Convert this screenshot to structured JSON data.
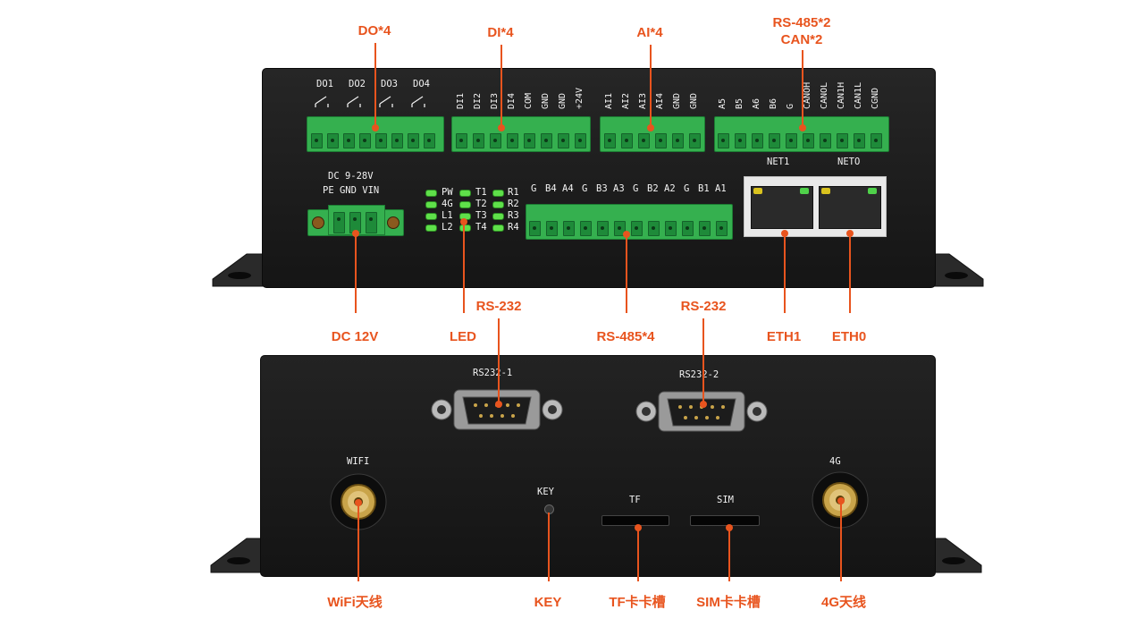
{
  "top_panel": {
    "do_labels": [
      "DO1",
      "DO2",
      "DO3",
      "DO4"
    ],
    "di_labels": [
      "DI1",
      "DI2",
      "DI3",
      "DI4",
      "COM",
      "GND",
      "GND",
      "+24V"
    ],
    "ai_labels": [
      "AI1",
      "AI2",
      "AI3",
      "AI4",
      "GND",
      "GND"
    ],
    "can_labels": [
      "A5",
      "B5",
      "A6",
      "B6",
      "G",
      "CANOH",
      "CANOL",
      "CAN1H",
      "CAN1L",
      "CGND"
    ],
    "dc_line1": "DC 9-28V",
    "dc_line2": "PE GND VIN",
    "led_col1": [
      "PW",
      "4G",
      "L1",
      "L2"
    ],
    "led_col2": [
      "T1",
      "T2",
      "T3",
      "T4"
    ],
    "led_col3": [
      "R1",
      "R2",
      "R3",
      "R4"
    ],
    "rs485_labels": [
      "G",
      "B4",
      "A4",
      "G",
      "B3",
      "A3",
      "G",
      "B2",
      "A2",
      "G",
      "B1",
      "A1"
    ],
    "net1_label": "NET1",
    "net0_label": "NETO"
  },
  "bottom_panel": {
    "rs232_1_label": "RS232-1",
    "rs232_2_label": "RS232-2",
    "wifi_label": "WIFI",
    "g4_label": "4G",
    "key_label": "KEY",
    "tf_label": "TF",
    "sim_label": "SIM"
  },
  "callouts": {
    "do": "DO*4",
    "di": "DI*4",
    "ai": "AI*4",
    "rs485_can_line1": "RS-485*2",
    "rs485_can_line2": "CAN*2",
    "dc": "DC 12V",
    "led": "LED",
    "rs232_a": "RS-232",
    "rs485x4": "RS-485*4",
    "rs232_b": "RS-232",
    "eth1": "ETH1",
    "eth0": "ETH0",
    "wifi_ant": "WiFi天线",
    "key": "KEY",
    "tf_slot": "TF卡卡槽",
    "sim_slot": "SIM卡卡槽",
    "g4_ant": "4G天线"
  },
  "colors": {
    "accent": "#e8541e",
    "panel": "#1a1a1a",
    "terminal": "#35b04f",
    "led": "#5fe04a"
  }
}
